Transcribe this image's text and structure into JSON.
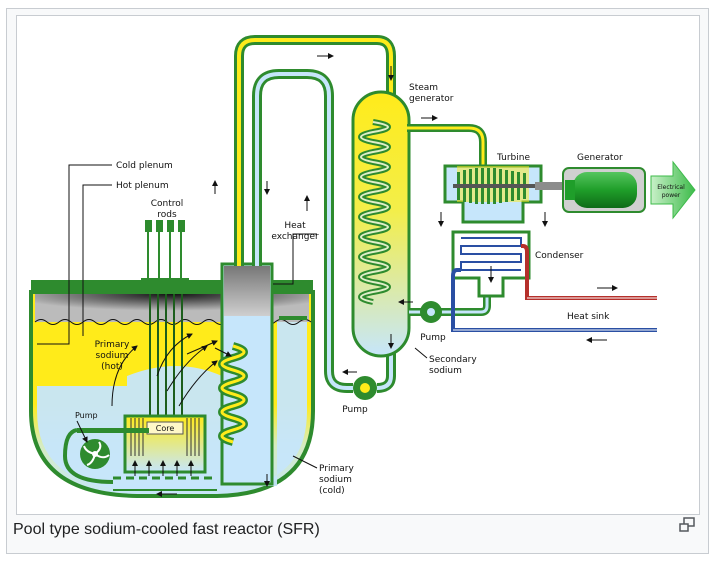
{
  "figure": {
    "caption": "Pool type sodium-cooled fast reactor (SFR)",
    "labels": {
      "cold_plenum": "Cold plenum",
      "hot_plenum": "Hot plenum",
      "control_rods_1": "Control",
      "control_rods_2": "rods",
      "heat_exchanger_1": "Heat",
      "heat_exchanger_2": "exchanger",
      "primary_hot_1": "Primary",
      "primary_hot_2": "sodium",
      "primary_hot_3": "(hot)",
      "pump_primary": "Pump",
      "core": "Core",
      "primary_cold_1": "Primary",
      "primary_cold_2": "sodium",
      "primary_cold_3": "(cold)",
      "pump_intermediate": "Pump",
      "steam_gen_1": "Steam",
      "steam_gen_2": "generator",
      "secondary_1": "Secondary",
      "secondary_2": "sodium",
      "pump_feed": "Pump",
      "turbine": "Turbine",
      "generator": "Generator",
      "electrical_1": "Electrical",
      "electrical_2": "power",
      "condenser": "Condenser",
      "heat_sink": "Heat sink"
    },
    "colors": {
      "hot_sodium": "#ffeb1a",
      "cold_sodium": "#c6e6fb",
      "vessel_green": "#2e8b2e",
      "generator_green": "#1f9e2a",
      "hot_line": "#b5302b",
      "cold_line": "#2a4fa3",
      "steel_gray": "#8c8c8c"
    }
  }
}
